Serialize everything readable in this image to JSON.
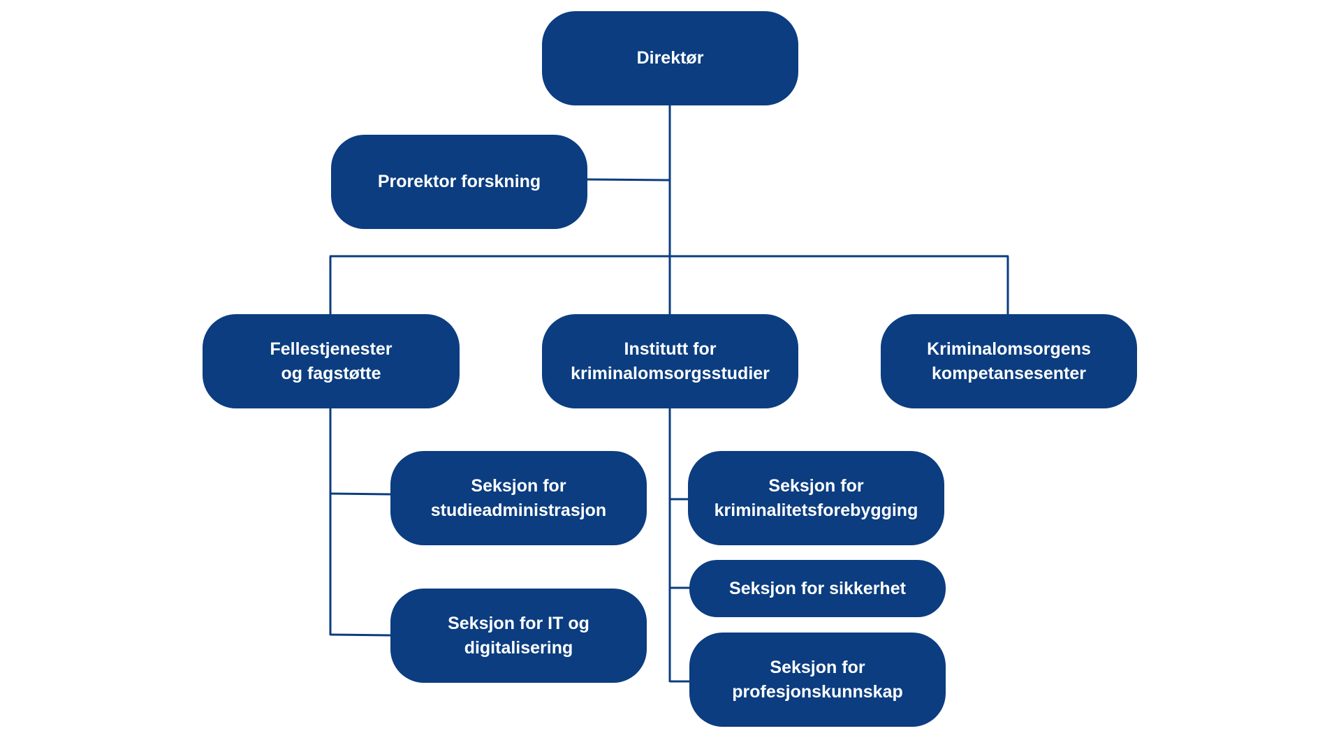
{
  "org_chart": {
    "colors": {
      "box_fill": "#0b3d80",
      "box_text": "#ffffff",
      "connector": "#0b3d80",
      "background": "#ffffff"
    },
    "nodes": {
      "direktor": "Direktør",
      "prorektor_forskning": "Prorektor forskning",
      "fellestjenester": "Fellestjenester\nog fagstøtte",
      "institutt": "Institutt for\nkriminalomsorgsstudier",
      "kompetansesenter": "Kriminalomsorgens\nkompetansesenter",
      "seksjon_studieadministrasjon": "Seksjon for\nstudieadministrasjon",
      "seksjon_it": "Seksjon for IT og\ndigitalisering",
      "seksjon_kriminalitetsforebygging": "Seksjon for\nkriminalitetsforebygging",
      "seksjon_sikkerhet": "Seksjon for sikkerhet",
      "seksjon_profesjonskunnskap": "Seksjon for\nprofesjonskunnskap"
    }
  }
}
